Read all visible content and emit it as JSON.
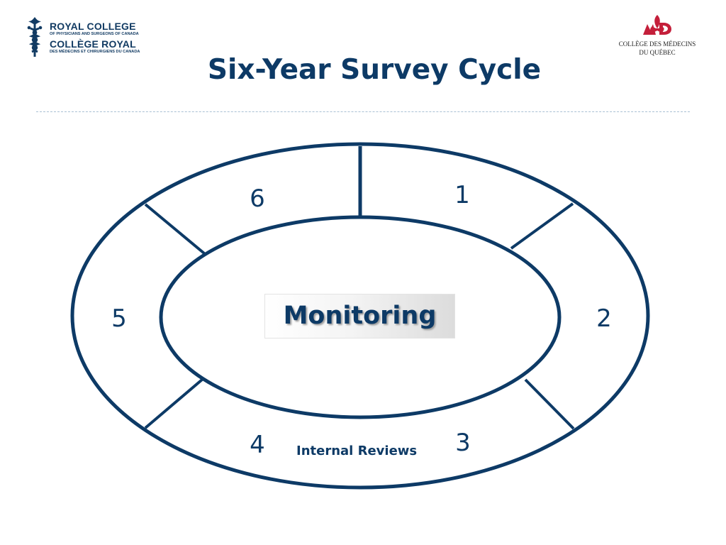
{
  "header": {
    "title": "Six-Year Survey Cycle",
    "left_logo": {
      "line1": "ROYAL COLLEGE",
      "line2": "OF PHYSICIANS AND SURGEONS OF CANADA",
      "line3": "COLLÈGE ROYAL",
      "line4": "DES MÉDECINS ET CHIRURGIENS DU CANADA"
    },
    "right_logo": {
      "line1": "COLLÈGE DES MÉDECINS",
      "line2": "DU QUÉBEC"
    }
  },
  "diagram": {
    "center_label": "Monitoring",
    "bottom_label": "Internal Reviews",
    "segments": [
      {
        "label": "1"
      },
      {
        "label": "2"
      },
      {
        "label": "3"
      },
      {
        "label": "4"
      },
      {
        "label": "5"
      },
      {
        "label": "6"
      }
    ]
  },
  "colors": {
    "primary": "#0d3a66",
    "brand_red": "#c41f3a",
    "divider": "#a9c0d4"
  }
}
